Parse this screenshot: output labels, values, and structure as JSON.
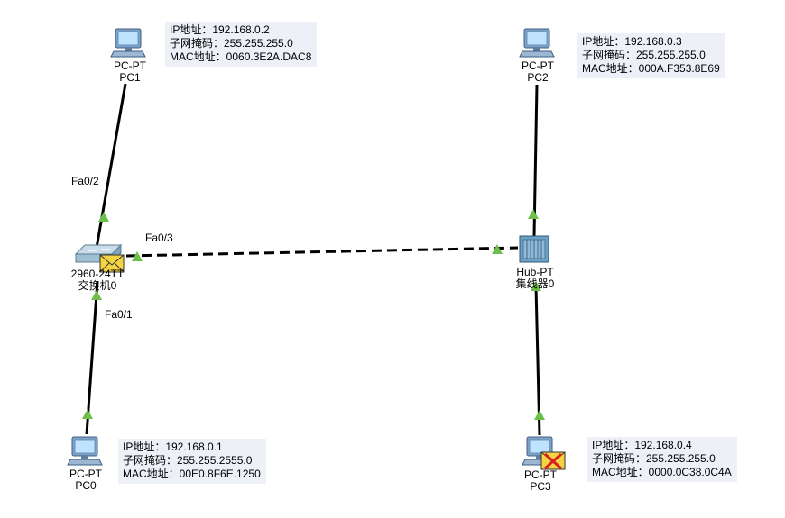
{
  "devices": {
    "pc1": {
      "type": "PC-PT",
      "name": "PC1"
    },
    "pc2": {
      "type": "PC-PT",
      "name": "PC2"
    },
    "pc0": {
      "type": "PC-PT",
      "name": "PC0"
    },
    "pc3": {
      "type": "PC-PT",
      "name": "PC3"
    },
    "switch": {
      "type": "2960-24TT",
      "name": "交换机0"
    },
    "hub": {
      "type": "Hub-PT",
      "name": "集线器0"
    }
  },
  "ports": {
    "sw_pc1": "Fa0/2",
    "sw_hub": "Fa0/3",
    "sw_pc0": "Fa0/1"
  },
  "notes": {
    "pc1": {
      "ip": "IP地址：192.168.0.2",
      "mask": "子网掩码：255.255.255.0",
      "mac": "MAC地址：0060.3E2A.DAC8"
    },
    "pc2": {
      "ip": "IP地址：192.168.0.3",
      "mask": "子网掩码：255.255.255.0",
      "mac": "MAC地址：000A.F353.8E69"
    },
    "pc0": {
      "ip": "IP地址：192.168.0.1",
      "mask": "子网掩码：255.255.2555.0",
      "mac": "MAC地址：00E0.8F6E.1250"
    },
    "pc3": {
      "ip": "IP地址：192.168.0.4",
      "mask": "子网掩码：255.255.255.0",
      "mac": "MAC地址：0000.0C38.0C4A"
    }
  },
  "colors": {
    "link": "#000000",
    "port_indicator": "#6bbf4a",
    "note_bg": "#eef0f8",
    "pc_screen": "#6fa8dc",
    "envelope": "#f5d442",
    "envelope_fail": "#d92020"
  },
  "icons": {
    "pc": "desktop-computer-icon",
    "switch": "network-switch-icon",
    "hub": "network-hub-icon",
    "pdu": "envelope-icon",
    "pdu_fail": "failed-envelope-icon"
  }
}
